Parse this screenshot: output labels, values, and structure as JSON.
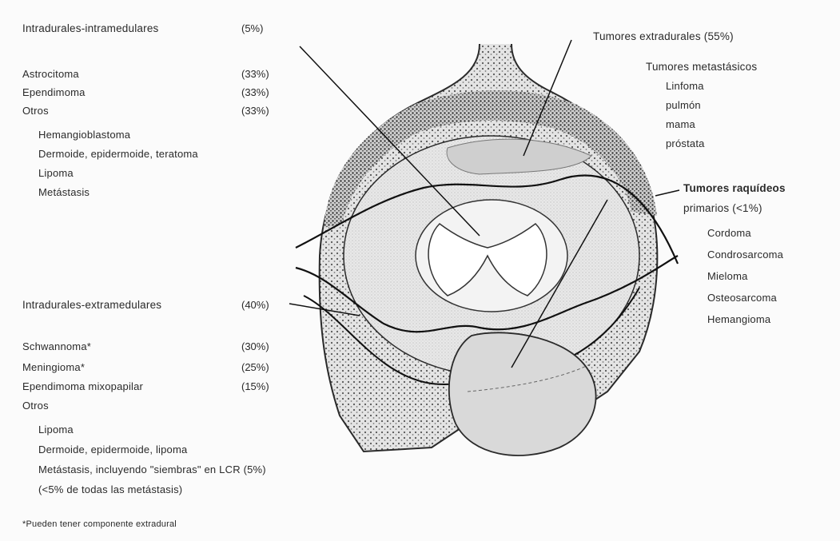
{
  "intramedular": {
    "heading": "Intradurales-intramedulares",
    "heading_pct": "(5%)",
    "items": [
      {
        "label": "Astrocitoma",
        "pct": "(33%)"
      },
      {
        "label": "Ependimoma",
        "pct": "(33%)"
      },
      {
        "label": "Otros",
        "pct": "(33%)"
      }
    ],
    "others": [
      "Hemangioblastoma",
      "Dermoide, epidermoide, teratoma",
      "Lipoma",
      "Metástasis"
    ]
  },
  "extramedular": {
    "heading": "Intradurales-extramedulares",
    "heading_pct": "(40%)",
    "items": [
      {
        "label": "Schwannoma*",
        "pct": "(30%)"
      },
      {
        "label": "Meningioma*",
        "pct": "(25%)"
      },
      {
        "label": "Ependimoma mixopapilar",
        "pct": "(15%)"
      }
    ],
    "others_label": "Otros",
    "others": [
      "Lipoma",
      "Dermoide, epidermoide, lipoma",
      "Metástasis, incluyendo \"siembras\" en LCR (5%)",
      "(<5% de todas las metástasis)"
    ]
  },
  "extradural": {
    "heading": "Tumores extradurales (55%)",
    "metastatic_heading": "Tumores metastásicos",
    "metastatic": [
      "Linfoma",
      "pulmón",
      "mama",
      "próstata"
    ],
    "primary_heading_1": "Tumores raquídeos",
    "primary_heading_2": "primarios (<1%)",
    "primary": [
      "Cordoma",
      "Condrosarcoma",
      "Mieloma",
      "Osteosarcoma",
      "Hemangioma"
    ]
  },
  "footnote": "*Pueden tener componente extradural"
}
